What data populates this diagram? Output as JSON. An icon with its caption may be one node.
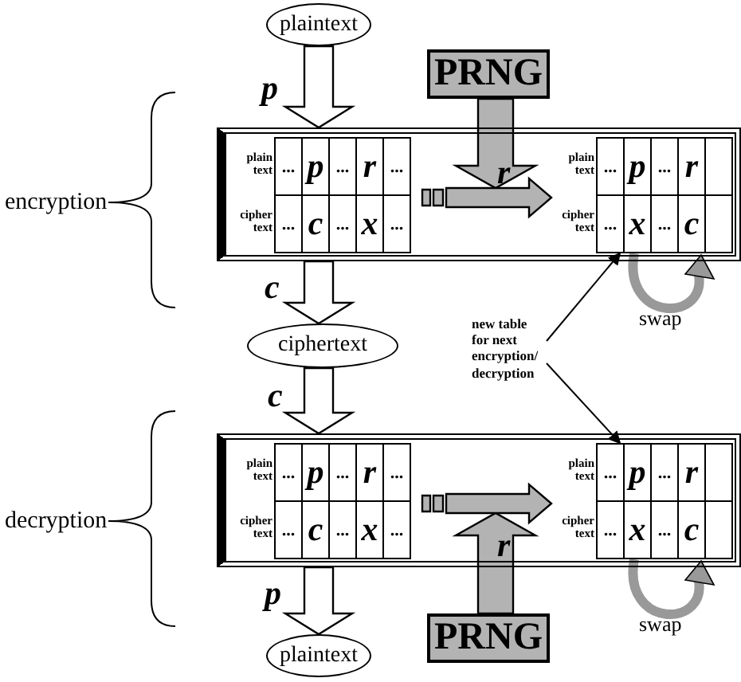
{
  "diagram": {
    "nodes": [
      {
        "text": [
          "plaintext"
        ]
      },
      {
        "text": [
          "PRNG"
        ]
      },
      {
        "text": [],
        "shape": "box"
      },
      {
        "text": [
          "plain text",
          "cipher text",
          "...",
          "p",
          "...",
          "r",
          "...",
          "...",
          "c",
          "...",
          "x",
          "..."
        ],
        "in": 2
      },
      {
        "text": [
          "plain text",
          "cipher text",
          "...",
          "p",
          "...",
          "r",
          "...",
          "x",
          "...",
          "c"
        ],
        "in": 2
      },
      {
        "text": [
          "ciphertext"
        ]
      },
      {
        "text": [],
        "shape": "box"
      },
      {
        "text": [
          "plain text",
          "cipher text",
          "...",
          "p",
          "...",
          "r",
          "...",
          "...",
          "c",
          "...",
          "x",
          "..."
        ],
        "in": 6
      },
      {
        "text": [
          "plain text",
          "cipher text",
          "...",
          "p",
          "...",
          "r",
          "...",
          "x",
          "...",
          "c"
        ],
        "in": 6
      },
      {
        "text": [
          "plaintext"
        ]
      },
      {
        "text": [
          "PRNG"
        ]
      },
      {
        "text": [
          "new table for next encryption/ decryption"
        ]
      }
    ],
    "edges": [
      {
        "from": 0,
        "to": 2,
        "arrow": "to",
        "label": "p"
      },
      {
        "from": 1,
        "to": 4,
        "arrow": "to",
        "label": "r",
        "color": "#b3b3b3"
      },
      {
        "from": 3,
        "to": 4,
        "arrow": "to",
        "color": "#b3b3b3"
      },
      {
        "from": 2,
        "to": 5,
        "arrow": "to",
        "label": "c"
      },
      {
        "from": 11,
        "to": 4,
        "arrow": "to"
      },
      {
        "from": 11,
        "to": 8,
        "arrow": "to"
      },
      {
        "from": 5,
        "to": 6,
        "arrow": "to",
        "label": "c"
      },
      {
        "from": 10,
        "to": 8,
        "arrow": "to",
        "label": "r",
        "color": "#b3b3b3"
      },
      {
        "from": 7,
        "to": 8,
        "arrow": "to",
        "color": "#b3b3b3"
      },
      {
        "from": 6,
        "to": 9,
        "arrow": "to",
        "label": "p"
      },
      {
        "from": 4,
        "to": 4,
        "arrow": "to",
        "label": "swap",
        "style": "thick",
        "color": "#999999"
      },
      {
        "from": 8,
        "to": 8,
        "arrow": "to",
        "label": "swap",
        "style": "thick",
        "color": "#999999"
      }
    ],
    "labels": [
      "encryption",
      "decryption"
    ]
  }
}
